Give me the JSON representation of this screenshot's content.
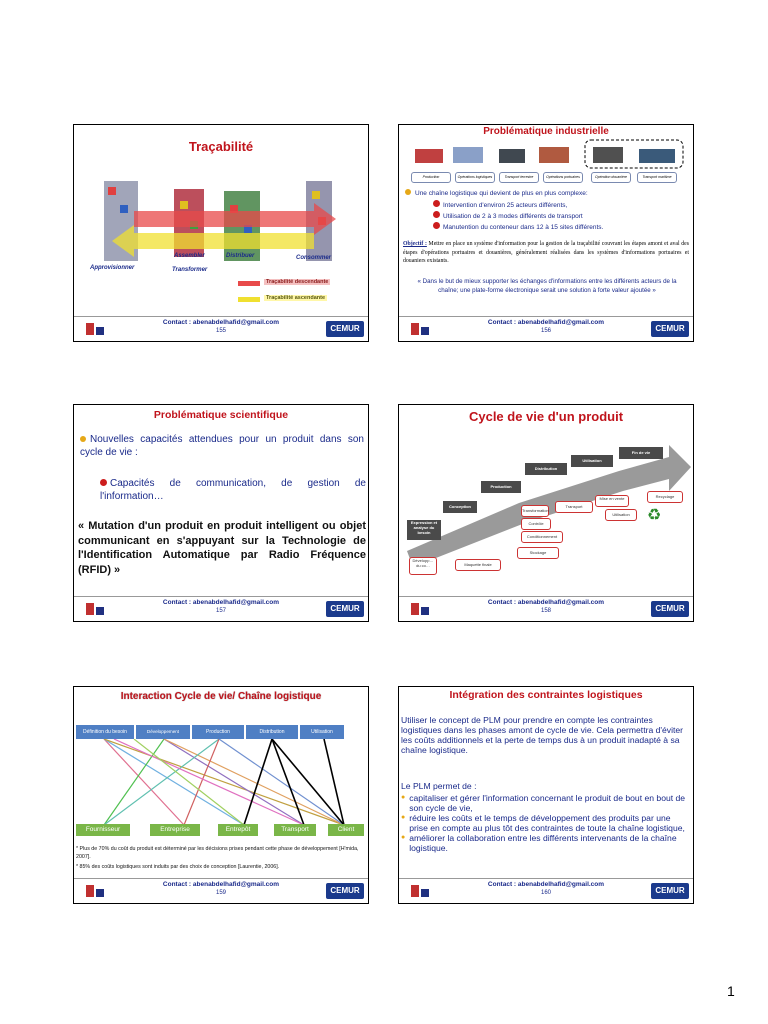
{
  "page_number": "1",
  "footer": {
    "contact": "Contact : abenabdelhafid@gmail.com",
    "right_logo": "CEMUR"
  },
  "slides": [
    {
      "number": "155",
      "title": "Traçabilité",
      "labels": [
        "Approvisionner",
        "Assembler",
        "Distribuer",
        "Consommer",
        "Transformer"
      ],
      "legend": [
        "Traçabilité descendante",
        "Traçabilité ascendante"
      ]
    },
    {
      "number": "156",
      "title": "Problématique industrielle",
      "steps": [
        "Production",
        "Opérations logistiques",
        "Transport terrestre",
        "Opérations portuaires",
        "Opération douanière",
        "Transport maritime"
      ],
      "bullet": "Une chaîne logistique qui devient de plus en plus complexe:",
      "subbullets": [
        "Intervention d'environ 25 acteurs différents,",
        "Utilisation de 2 à 3 modes différents de transport",
        "Manutention du conteneur dans 12 à 15 sites différents."
      ],
      "objective_label": "Objectif :",
      "objective": "Mettre en place un système d'information pour la gestion de la traçabilité couvrant les étapes amont et aval des étapes d'opérations portuaires et douanières, généralement réalisées dans les systèmes d'informations portuaires et douaniers existants.",
      "quote": "« Dans le but de mieux supporter les échanges d'informations entre les différents acteurs de la chaîne; une plate-forme électronique serait une solution à forte valeur ajoutée »"
    },
    {
      "number": "157",
      "title": "Problématique scientifique",
      "bullet": "Nouvelles capacités attendues pour un produit dans son cycle de vie :",
      "subbullet": "Capacités de communication, de gestion de l'information…",
      "quote": "« Mutation d'un produit en produit intelligent ou objet communicant en s'appuyant sur la Technologie de l'Identification Automatique par Radio Fréquence (RFID) »"
    },
    {
      "number": "158",
      "title": "Cycle de vie d'un produit",
      "stairs": [
        "Expression et analyse du besoin",
        "Conception",
        "Production",
        "Distribution",
        "Utilisation",
        "Fin de vie"
      ],
      "boxes": [
        "Développ… du co…",
        "Maquette finale",
        "Stockage",
        "Conditionnement",
        "Contrôle",
        "Transformation",
        "Transport",
        "Mise en vente",
        "Utilisation",
        "Recyclage"
      ]
    },
    {
      "number": "159",
      "title": "Interaction Cycle de vie/ Chaîne logistique",
      "top_steps": [
        "Définition du besoin",
        "Développement",
        "Production",
        "Distribution",
        "Utilisation"
      ],
      "bottom_steps": [
        "Fournisseur",
        "Entreprise",
        "Entrepôt",
        "Transport",
        "Client"
      ],
      "notes": [
        "* Plus de 70% du coût du produit est déterminé par les décisions prises pendant cette phase de développement [H'mida, 2007].",
        "* 85% des coûts logistiques sont induits par des choix de conception [Laurentie, 2006]."
      ]
    },
    {
      "number": "160",
      "title": "Intégration des contraintes logistiques",
      "para1": "Utiliser le concept de PLM pour prendre en compte les contraintes logistiques dans les phases amont de cycle de vie. Cela permettra d'éviter les coûts additionnels et la perte de temps dus à un produit inadapté à sa chaîne logistique.",
      "para2": "Le PLM permet de :",
      "bullets": [
        "capitaliser et gérer l'information concernant le produit de bout en bout de son cycle de vie,",
        "réduire les coûts et le temps de développement des produits par une prise en compte au plus tôt des contraintes de toute la chaîne logistique,",
        "améliorer la collaboration entre les différents intervenants de la chaîne logistique."
      ]
    }
  ],
  "colors": {
    "title_red": "#c0141c",
    "text_blue": "#1a2a8a",
    "chevron_blue": "#4f7fc4",
    "green": "#7ab648"
  }
}
